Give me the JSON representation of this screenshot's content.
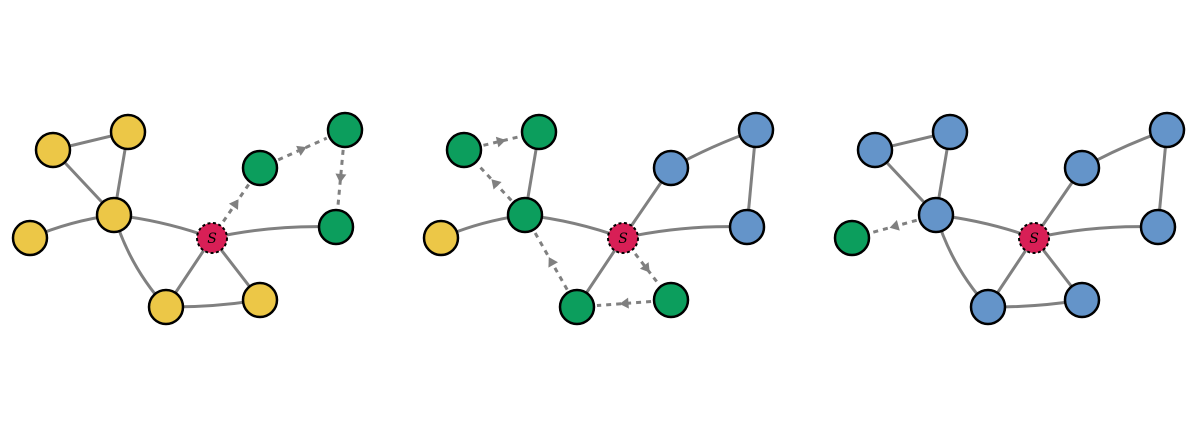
{
  "colors": {
    "yellow": "#ECC747",
    "green": "#0C9E5D",
    "blue": "#6494C9",
    "source": "#D81F56",
    "edge": "#808080",
    "outline": "#000000"
  },
  "source_label": "S",
  "panels": [
    {
      "name": "panel-1",
      "nodes": [
        "yellow",
        "yellow",
        "yellow",
        "yellow",
        "source",
        "green",
        "green",
        "green",
        "yellow",
        "yellow"
      ],
      "arrows": [
        "s-to-n5",
        "n5-to-n6",
        "n6-to-n7"
      ]
    },
    {
      "name": "panel-2",
      "nodes": [
        "green",
        "green",
        "yellow",
        "green",
        "source",
        "blue",
        "blue",
        "blue",
        "green",
        "green"
      ],
      "arrows": [
        "n0-to-n1",
        "n3-to-n0",
        "n8-to-n3",
        "s-to-n9",
        "n9-to-n8"
      ]
    },
    {
      "name": "panel-3",
      "nodes": [
        "blue",
        "blue",
        "green",
        "blue",
        "source",
        "blue",
        "blue",
        "blue",
        "blue",
        "blue"
      ],
      "arrows": [
        "n3-to-n2"
      ]
    }
  ]
}
